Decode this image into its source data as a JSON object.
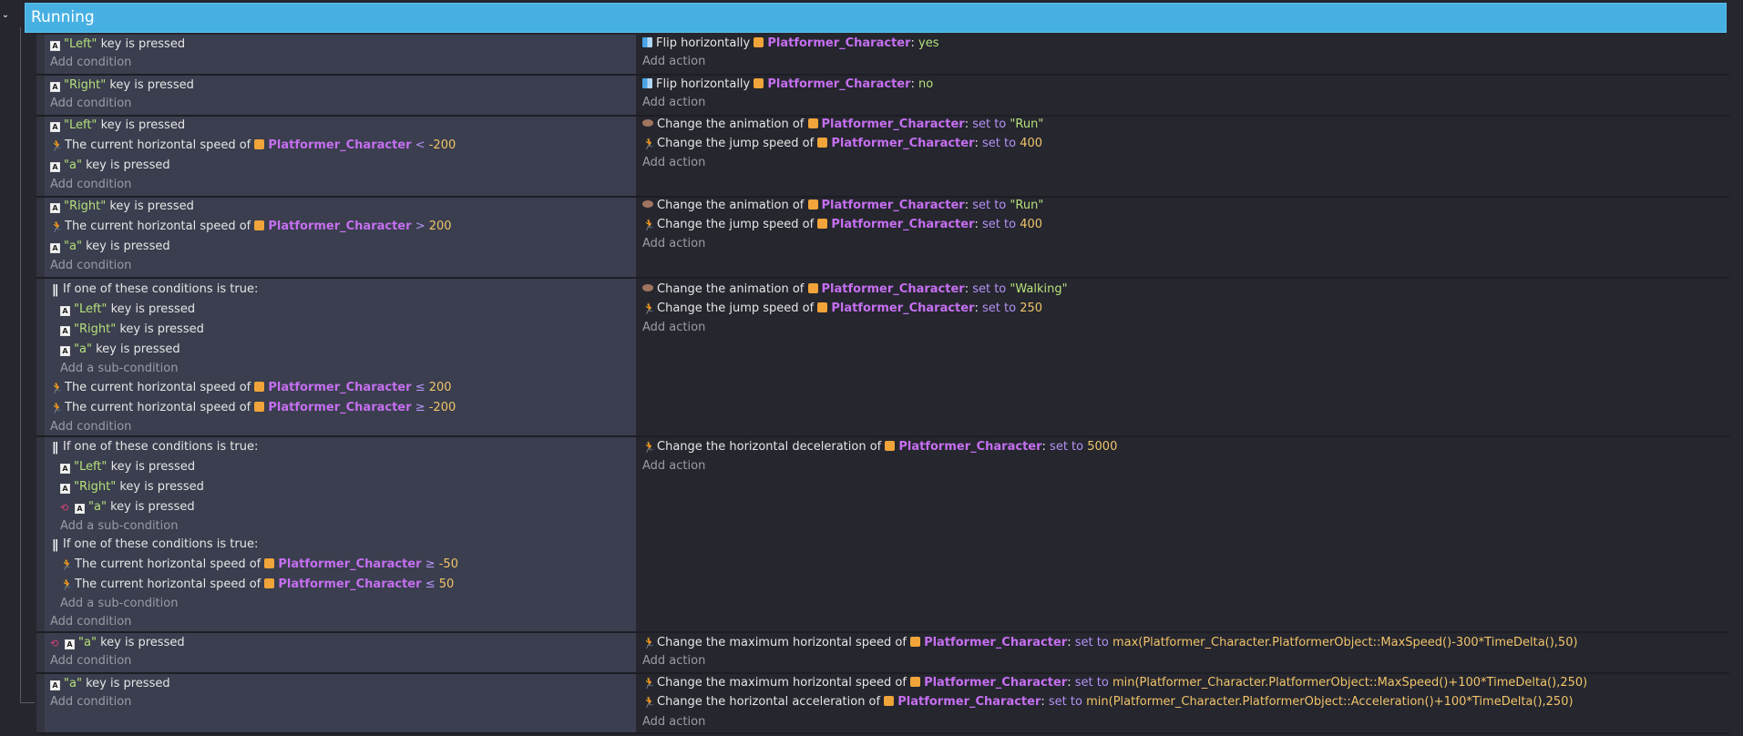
{
  "group": {
    "title": "Running",
    "collapse_glyph": "⌄"
  },
  "labels": {
    "add_condition": "Add condition",
    "add_action": "Add action",
    "add_subcondition": "Add a sub-condition",
    "or_header": "If one of these conditions is true:",
    "key_is_pressed": "key is pressed",
    "flip_horizontally": "Flip horizontally",
    "hspeed_prefix": "The current horizontal speed of",
    "change_animation": "Change the animation of",
    "change_jump_speed": "Change the jump speed of",
    "change_decel": "Change the horizontal deceleration of",
    "change_max_hspeed": "Change the maximum horizontal speed of",
    "change_accel": "Change the horizontal acceleration of",
    "set_to": "set to",
    "object_name": "Platformer_Character"
  },
  "values": {
    "left": "\"Left\"",
    "right": "\"Right\"",
    "a": "\"a\"",
    "yes": "yes",
    "no": "no",
    "lt": "<",
    "gt": ">",
    "le": "≤",
    "ge": "≥",
    "n_neg200": "-200",
    "n_200": "200",
    "n_400": "400",
    "n_250": "250",
    "n_neg50": "-50",
    "n_50": "50",
    "n_5000": "5000",
    "run": "\"Run\"",
    "walking": "\"Walking\"",
    "expr_max": "max(Platformer_Character.PlatformerObject::MaxSpeed()-300*TimeDelta(),50)",
    "expr_min": "min(Platformer_Character.PlatformerObject::MaxSpeed()+100*TimeDelta(),250)",
    "expr_accel": "min(Platformer_Character.PlatformerObject::Acceleration()+100*TimeDelta(),250)"
  },
  "icons": {
    "key": "A",
    "run": "🏃",
    "invert": "⟲",
    "or": "||"
  },
  "colors": {
    "group_header": "#47b0e2",
    "condition_bg": "#3a3e4e",
    "action_bg": "#25262e",
    "string": "#b5e07b",
    "number": "#f1c46a",
    "object": "#c56ff0",
    "operator": "#b592f5"
  }
}
